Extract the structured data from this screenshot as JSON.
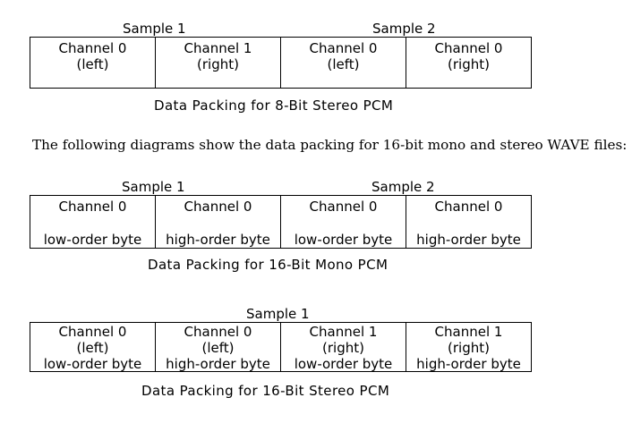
{
  "diagram_8bit_stereo": {
    "sample_labels": [
      "Sample 1",
      "Sample 2"
    ],
    "cells": [
      {
        "line1": "Channel 0",
        "line2": "(left)"
      },
      {
        "line1": "Channel 1",
        "line2": "(right)"
      },
      {
        "line1": "Channel 0",
        "line2": "(left)"
      },
      {
        "line1": "Channel 0",
        "line2": "(right)"
      }
    ],
    "caption": "Data Packing for 8-Bit Stereo PCM"
  },
  "paragraph": "The following diagrams show the data packing for 16-bit mono and stereo WAVE files:",
  "diagram_16bit_mono": {
    "sample_labels": [
      "Sample 1",
      "Sample 2"
    ],
    "cells": [
      {
        "line1": "Channel 0",
        "line2": "low-order byte"
      },
      {
        "line1": "Channel 0",
        "line2": "high-order byte"
      },
      {
        "line1": "Channel 0",
        "line2": "low-order byte"
      },
      {
        "line1": "Channel 0",
        "line2": "high-order byte"
      }
    ],
    "caption": "Data Packing for 16-Bit Mono PCM"
  },
  "diagram_16bit_stereo": {
    "sample_labels": [
      "Sample 1"
    ],
    "cells": [
      {
        "line1": "Channel 0",
        "line2": "(left)",
        "line3": "low-order byte"
      },
      {
        "line1": "Channel 0",
        "line2": "(left)",
        "line3": "high-order byte"
      },
      {
        "line1": "Channel 1",
        "line2": "(right)",
        "line3": "low-order byte"
      },
      {
        "line1": "Channel 1",
        "line2": "(right)",
        "line3": "high-order byte"
      }
    ],
    "caption": "Data Packing for 16-Bit Stereo PCM"
  }
}
